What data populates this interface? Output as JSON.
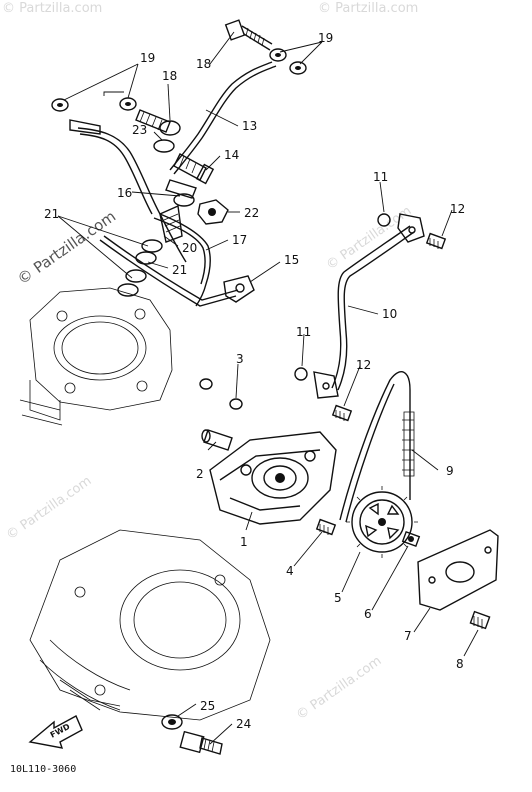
{
  "diagram": {
    "callouts": [
      {
        "id": "19a",
        "label": "19"
      },
      {
        "id": "18a",
        "label": "18"
      },
      {
        "id": "19b",
        "label": "19"
      },
      {
        "id": "18b",
        "label": "18"
      },
      {
        "id": "13",
        "label": "13"
      },
      {
        "id": "23",
        "label": "23"
      },
      {
        "id": "14",
        "label": "14"
      },
      {
        "id": "16",
        "label": "16"
      },
      {
        "id": "22",
        "label": "22"
      },
      {
        "id": "21a",
        "label": "21"
      },
      {
        "id": "20",
        "label": "20"
      },
      {
        "id": "17",
        "label": "17"
      },
      {
        "id": "21b",
        "label": "21"
      },
      {
        "id": "15",
        "label": "15"
      },
      {
        "id": "11a",
        "label": "11"
      },
      {
        "id": "12a",
        "label": "12"
      },
      {
        "id": "10",
        "label": "10"
      },
      {
        "id": "11b",
        "label": "11"
      },
      {
        "id": "12b",
        "label": "12"
      },
      {
        "id": "3",
        "label": "3"
      },
      {
        "id": "2",
        "label": "2"
      },
      {
        "id": "1",
        "label": "1"
      },
      {
        "id": "9",
        "label": "9"
      },
      {
        "id": "4",
        "label": "4"
      },
      {
        "id": "5",
        "label": "5"
      },
      {
        "id": "6",
        "label": "6"
      },
      {
        "id": "7",
        "label": "7"
      },
      {
        "id": "8",
        "label": "8"
      },
      {
        "id": "25",
        "label": "25"
      },
      {
        "id": "24",
        "label": "24"
      }
    ],
    "front_arrow_label": "FWD",
    "diagram_code": "10L110-3060",
    "watermark": "© Partzilla.com"
  }
}
